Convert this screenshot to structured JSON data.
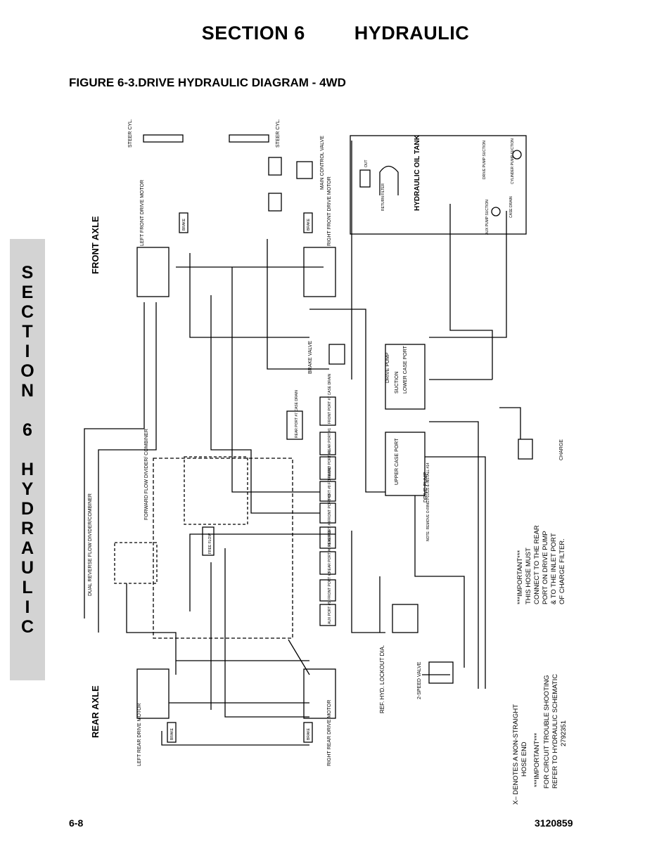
{
  "header": {
    "section": "SECTION 6",
    "title": "HYDRAULIC"
  },
  "figure_title": "FIGURE 6-3.DRIVE HYDRAULIC DIAGRAM - 4WD",
  "side_tab": [
    "S",
    "E",
    "C",
    "T",
    "I",
    "O",
    "N",
    "",
    "6",
    "",
    "H",
    "Y",
    "D",
    "R",
    "A",
    "U",
    "L",
    "I",
    "C"
  ],
  "footer": {
    "page": "6-8",
    "doc": "3120859"
  },
  "diagram": {
    "front_axle": "FRONT AXLE",
    "rear_axle": "REAR AXLE",
    "hydraulic_tank": "HYDRAULIC OIL TANK",
    "steer_cyl": "STEER CYL.",
    "main_control_valve": "MAIN CONTROL VALVE",
    "left_front_motor": "LEFT FRONT DRIVE MOTOR",
    "right_front_motor": "RIGHT FRONT DRIVE MOTOR",
    "left_rear_motor": "LEFT REAR DRIVE MOTOR",
    "right_rear_motor": "RIGHT REAR DRIVE MOTOR",
    "brake": "BRAKE",
    "brake_valve": "BRAKE VALVE",
    "drive_pump": "DRIVE PUMP",
    "suction": "SUCTION",
    "lower_case_port": "LOWER CASE PORT",
    "upper_case_port": "UPPER CASE PORT",
    "note_oring": "NOTE: REMOVE O-RING PLUGS & INSTALL #14",
    "forward_divider": "FORWARD FLOW DIVIDER/ COMBINER",
    "reverse_divider": "DUAL REVERSE FLOW DIVIDER/COMBINER",
    "free_flow": "FREE FLOW",
    "two_speed_valve": "2-SPEED VALVE",
    "ref_lockout": "REF. HYD. LOCKOUT DIA.",
    "charge": "CHARGE",
    "return_filter": "RETURN FILTER",
    "out": "OUT",
    "drive_pump_suction": "DRIVE PUMP SUCTION",
    "cylinder_pump_suction": "CYLINDER PUMP SUCTION",
    "aux_pump_suction": "AUX PUMP SUCTION",
    "case_drain": "CASE DRAIN",
    "ports": [
      "AUX PORT #5",
      "FRONT PORT #3",
      "REAR PORT #6 REVERSE",
      "REAR PORT #4",
      "FRONT PORT #2",
      "PORT #8 FORWARD",
      "FRONT PORT #1",
      "REAR PORT #1",
      "FRONT PORT #7 CASE DRAIN",
      "REAR PORT #7 CASE DRAIN"
    ],
    "important_1": "***IMPORTANT***",
    "hose_note": [
      "THIS HOSE MUST",
      "CONNECT TO THE REAR",
      "PORT ON DRIVE PUMP",
      "& TO THE INLET PORT",
      "OF CHARGE FILTER."
    ],
    "x_note": [
      "X– DENOTES A NON-STRAIGHT",
      "HOSE END"
    ],
    "important_2": "***IMPORTANT***",
    "schematic_note": [
      "FOR CIRCUIT TROUBLE SHOOTING",
      "REFER TO HYDRAULIC SCHEMATIC",
      "2792351"
    ]
  }
}
